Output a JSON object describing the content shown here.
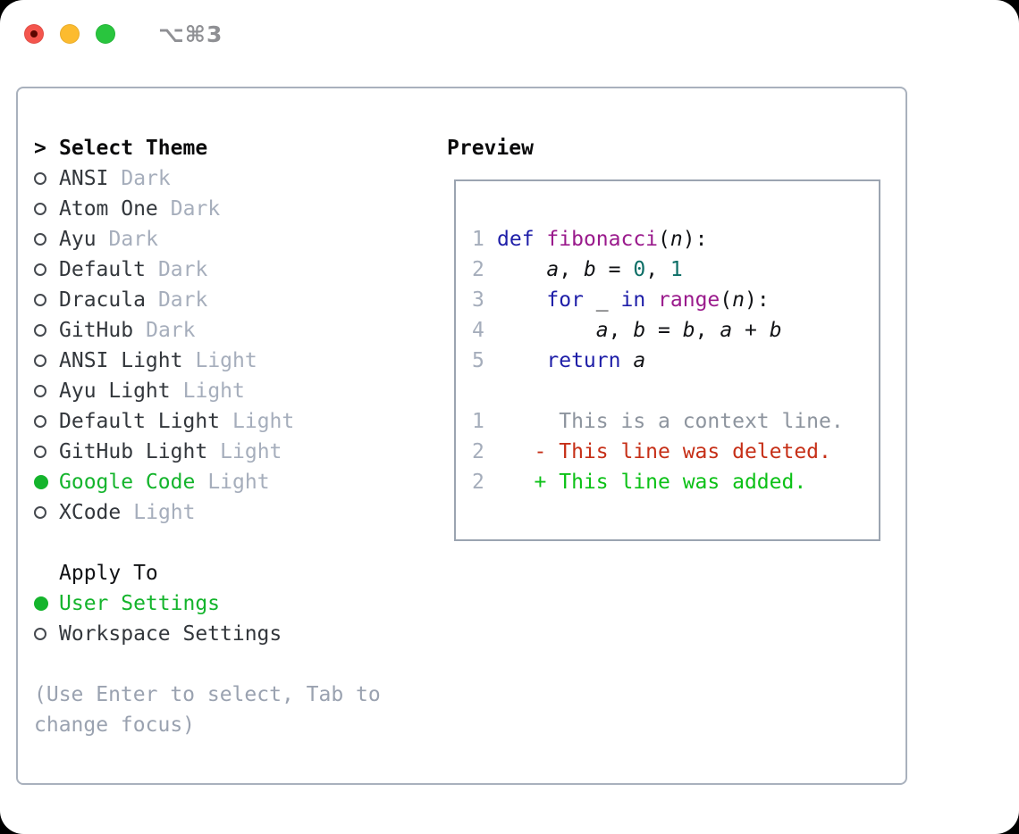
{
  "window": {
    "title": "⌥⌘3",
    "traffic_lights": [
      "close",
      "minimize",
      "zoom"
    ]
  },
  "theme_picker": {
    "header": {
      "prefix": ">",
      "label": "Select Theme"
    },
    "bullets": {
      "unselected": "circle-open",
      "selected": "circle-fill"
    },
    "themes": [
      {
        "name": "ANSI",
        "variant": "Dark",
        "selected": false
      },
      {
        "name": "Atom One",
        "variant": "Dark",
        "selected": false
      },
      {
        "name": "Ayu",
        "variant": "Dark",
        "selected": false
      },
      {
        "name": "Default",
        "variant": "Dark",
        "selected": false
      },
      {
        "name": "Dracula",
        "variant": "Dark",
        "selected": false
      },
      {
        "name": "GitHub",
        "variant": "Dark",
        "selected": false
      },
      {
        "name": "ANSI Light",
        "variant": "Light",
        "selected": false
      },
      {
        "name": "Ayu Light",
        "variant": "Light",
        "selected": false
      },
      {
        "name": "Default Light",
        "variant": "Light",
        "selected": false
      },
      {
        "name": "GitHub Light",
        "variant": "Light",
        "selected": false
      },
      {
        "name": "Google Code",
        "variant": "Light",
        "selected": true
      },
      {
        "name": "XCode",
        "variant": "Light",
        "selected": false
      }
    ],
    "apply_to": {
      "label": "Apply To",
      "options": [
        {
          "name": "User Settings",
          "selected": true
        },
        {
          "name": "Workspace Settings",
          "selected": false
        }
      ]
    },
    "hint_lines": [
      "(Use Enter to select, Tab to",
      "change focus)"
    ]
  },
  "preview": {
    "label": "Preview",
    "code_lines": [
      {
        "num": "1",
        "segments": [
          {
            "t": "def",
            "c": "k"
          },
          {
            "t": " ",
            "c": "p"
          },
          {
            "t": "fibonacci",
            "c": "f"
          },
          {
            "t": "(",
            "c": "p"
          },
          {
            "t": "n",
            "c": "v"
          },
          {
            "t": "):",
            "c": "p"
          }
        ]
      },
      {
        "num": "2",
        "segments": [
          {
            "t": "    ",
            "c": "p"
          },
          {
            "t": "a",
            "c": "v"
          },
          {
            "t": ", ",
            "c": "p"
          },
          {
            "t": "b",
            "c": "v"
          },
          {
            "t": " = ",
            "c": "p"
          },
          {
            "t": "0",
            "c": "n"
          },
          {
            "t": ", ",
            "c": "p"
          },
          {
            "t": "1",
            "c": "n"
          }
        ]
      },
      {
        "num": "3",
        "segments": [
          {
            "t": "    ",
            "c": "p"
          },
          {
            "t": "for",
            "c": "k"
          },
          {
            "t": " _ ",
            "c": "p"
          },
          {
            "t": "in",
            "c": "k"
          },
          {
            "t": " ",
            "c": "p"
          },
          {
            "t": "range",
            "c": "f"
          },
          {
            "t": "(",
            "c": "p"
          },
          {
            "t": "n",
            "c": "v"
          },
          {
            "t": "):",
            "c": "p"
          }
        ]
      },
      {
        "num": "4",
        "segments": [
          {
            "t": "        ",
            "c": "p"
          },
          {
            "t": "a",
            "c": "v"
          },
          {
            "t": ", ",
            "c": "p"
          },
          {
            "t": "b",
            "c": "v"
          },
          {
            "t": " = ",
            "c": "p"
          },
          {
            "t": "b",
            "c": "v"
          },
          {
            "t": ", ",
            "c": "p"
          },
          {
            "t": "a",
            "c": "v"
          },
          {
            "t": " + ",
            "c": "p"
          },
          {
            "t": "b",
            "c": "v"
          }
        ]
      },
      {
        "num": "5",
        "segments": [
          {
            "t": "    ",
            "c": "p"
          },
          {
            "t": "return",
            "c": "k"
          },
          {
            "t": " ",
            "c": "p"
          },
          {
            "t": "a",
            "c": "v"
          }
        ]
      }
    ],
    "diff_lines": [
      {
        "num": "1",
        "kind": "ctx",
        "text": "     This is a context line."
      },
      {
        "num": "2",
        "kind": "del",
        "text": "   - This line was deleted."
      },
      {
        "num": "2",
        "kind": "add",
        "text": "   + This line was added."
      }
    ]
  },
  "colors": {
    "selected_green": "#14b42c",
    "diff_added": "#0cc117",
    "diff_deleted": "#c62f17",
    "keyword": "#1e1ea8",
    "function": "#9a1a8c",
    "number": "#0c6e66",
    "muted": "#a6aebc",
    "border": "#a9b1bd"
  }
}
